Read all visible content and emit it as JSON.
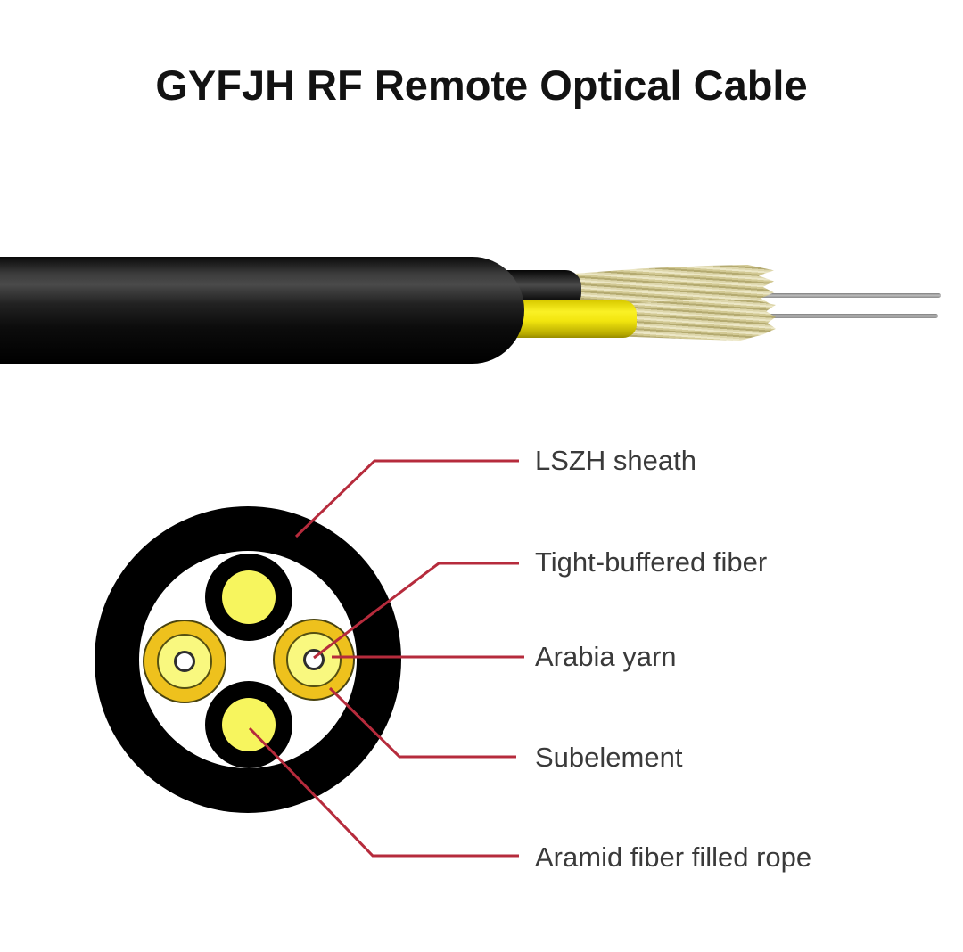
{
  "title": "GYFJH RF Remote Optical Cable",
  "illustration": {
    "parts": [
      "lszh-outer-sheath",
      "black-subunit-tube",
      "yellow-subelement-tube",
      "aramid-yarn-bundle-top",
      "aramid-yarn-bundle-bottom",
      "bare-optical-fiber-top",
      "bare-optical-fiber-bottom"
    ]
  },
  "diagram": {
    "callouts": [
      {
        "text": "LSZH sheath"
      },
      {
        "text": "Tight-buffered fiber"
      },
      {
        "text": "Arabia yarn"
      },
      {
        "text": "Subelement"
      },
      {
        "text": "Aramid fiber filled rope"
      }
    ]
  },
  "colors": {
    "leader_line": "#b62b3c",
    "label_text": "#3a3a3a",
    "sheath": "#000000",
    "subelement_jacket_gold": "#eec11d",
    "aramid_pale_yellow": "#f9f87f",
    "fiber_center_white": "#ffffff",
    "filler_rope_yellow": "#f7f55e",
    "yellow_tube": "#f2e50e",
    "yarn_khaki": "#d2c994",
    "optical_fiber_gray": "#9c9c9c"
  }
}
